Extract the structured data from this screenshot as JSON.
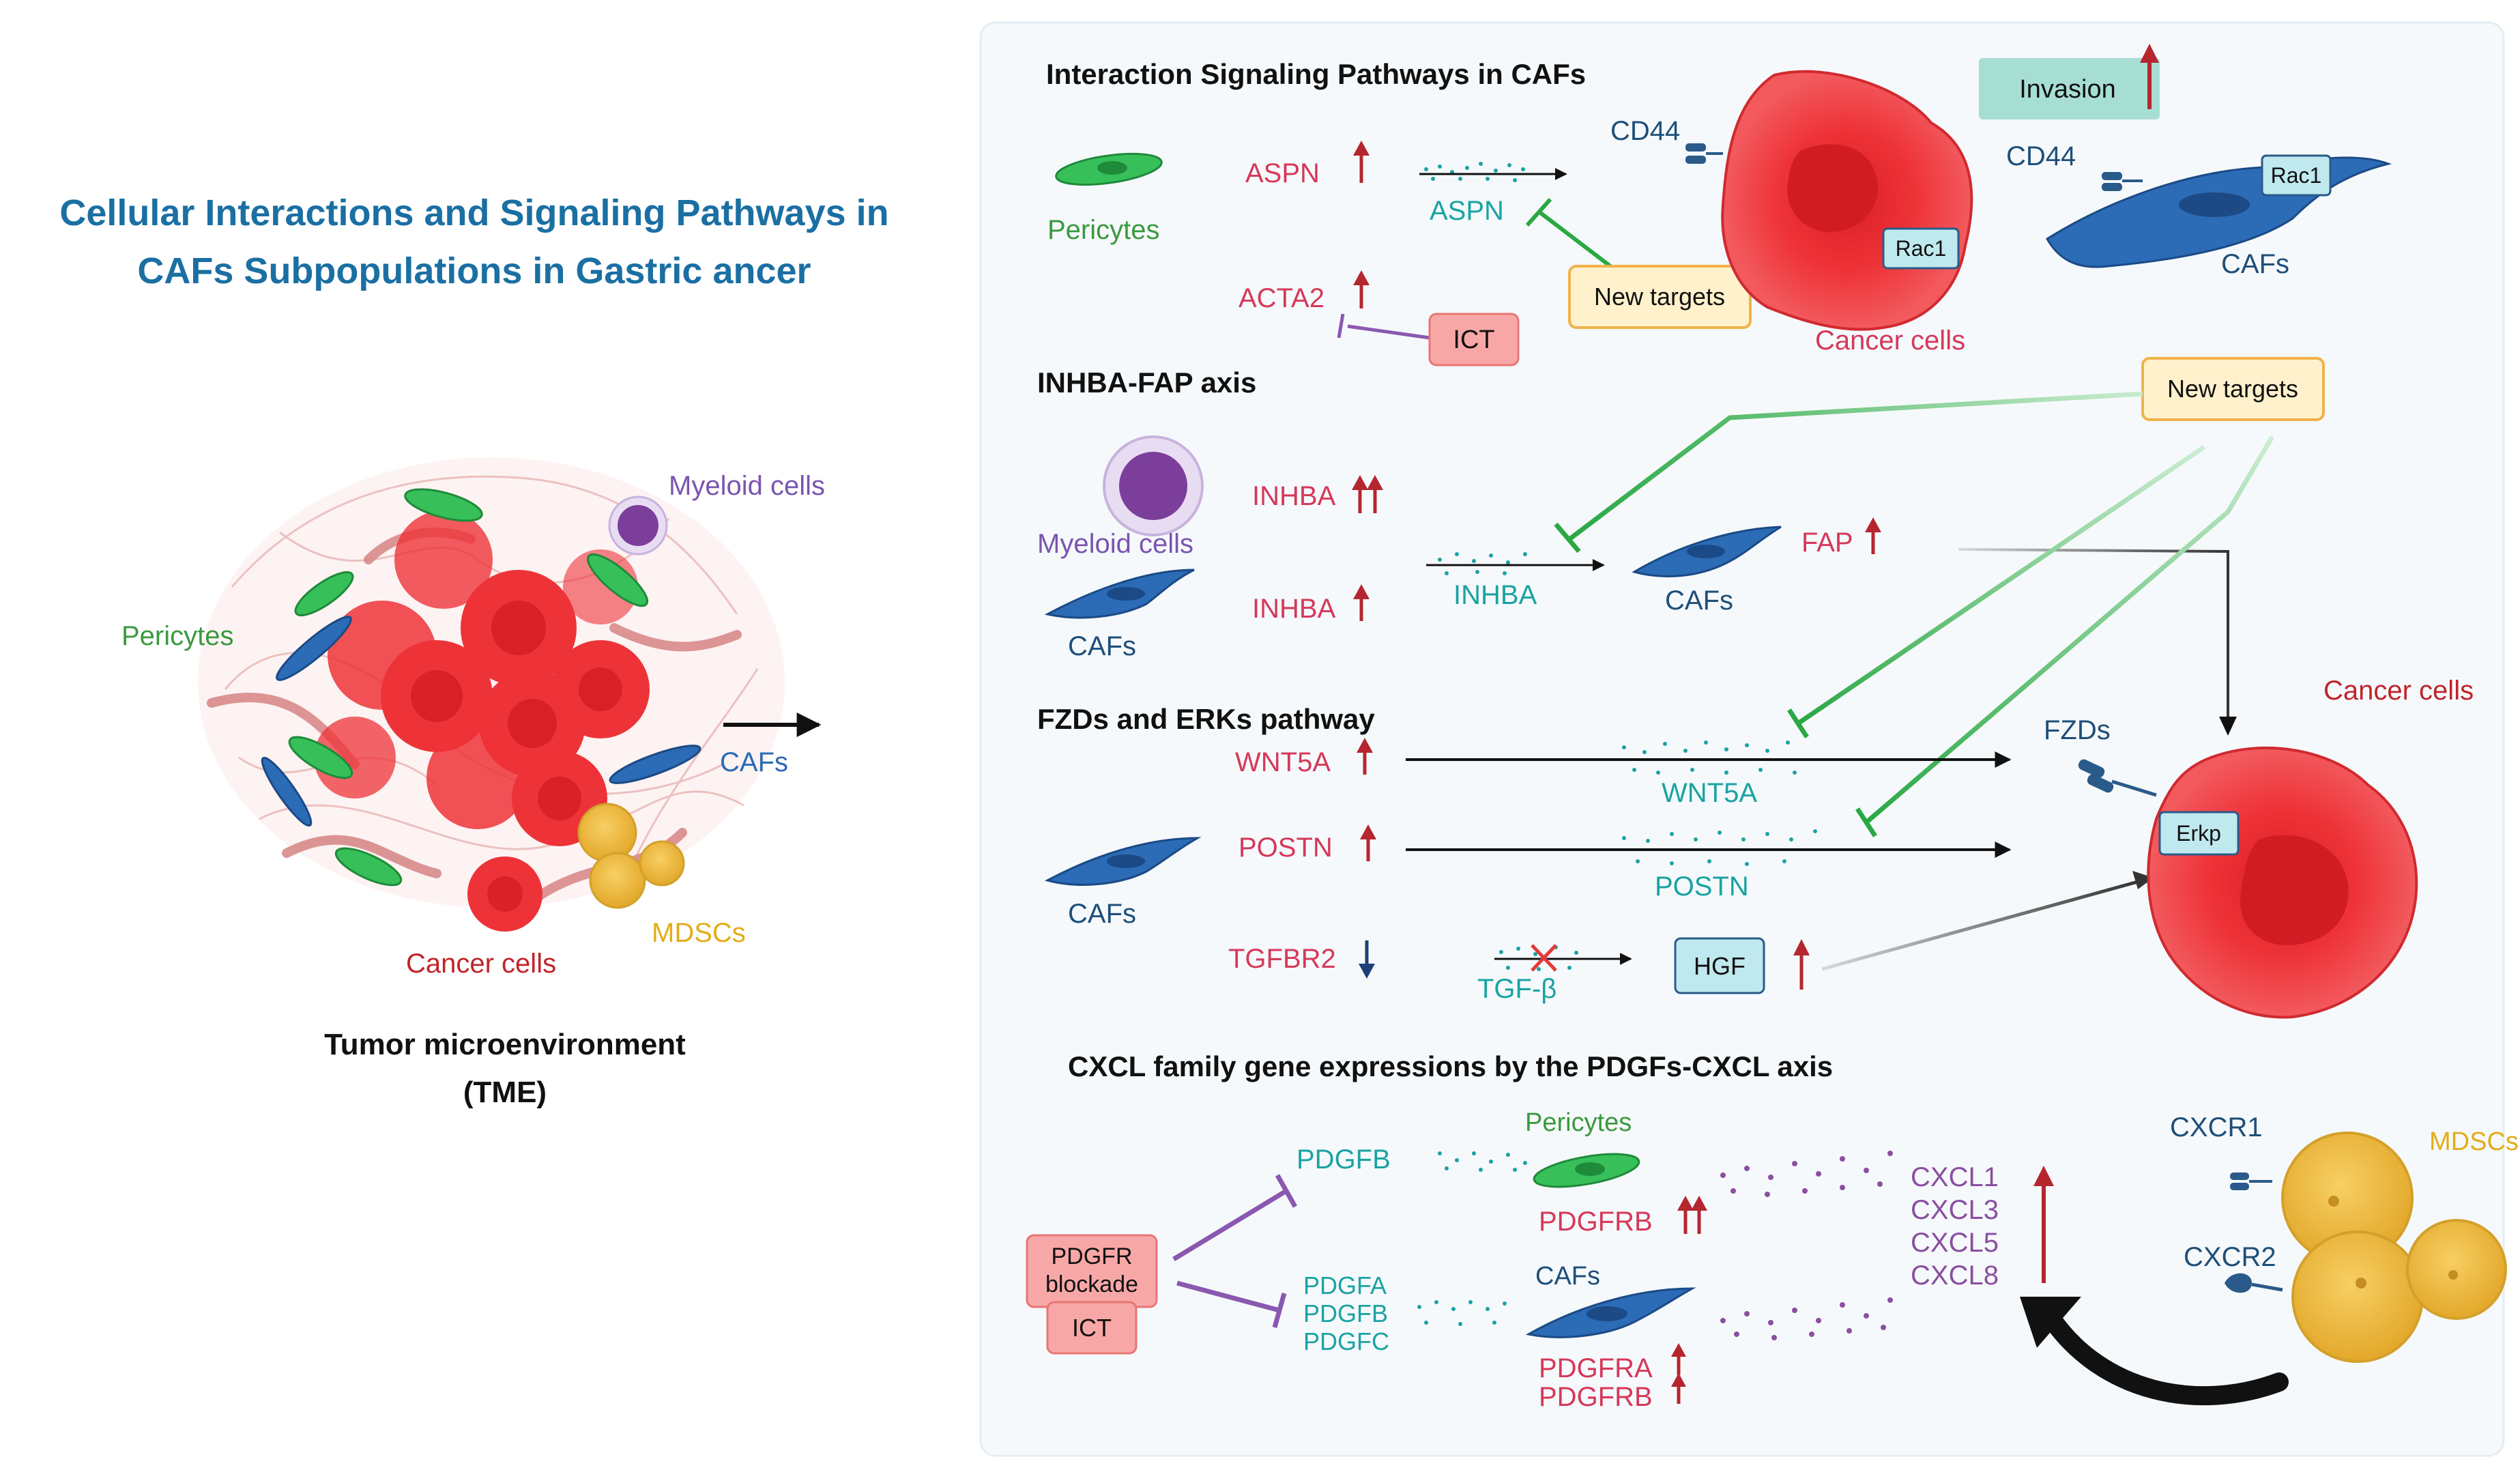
{
  "left": {
    "title_line1": "Cellular Interactions and Signaling Pathways in",
    "title_line2": "CAFs Subpopulations in Gastric ancer",
    "labels": {
      "myeloid": "Myeloid cells",
      "pericytes": "Pericytes",
      "cafs": "CAFs",
      "mdscs": "MDSCs",
      "cancer": "Cancer cells"
    },
    "caption_line1": "Tumor microenvironment",
    "caption_line2": "(TME)"
  },
  "section1": {
    "title": "Interaction Signaling Pathways in CAFs",
    "pericytes": "Pericytes",
    "aspn_gene": "ASPN",
    "aspn_ligand": "ASPN",
    "acta2": "ACTA2",
    "ict": "ICT",
    "new_targets": "New targets",
    "cd44_a": "CD44",
    "cd44_b": "CD44",
    "rac1_a": "Rac1",
    "rac1_b": "Rac1",
    "cancer_cells": "Cancer cells",
    "invasion": "Invasion",
    "cafs": "CAFs"
  },
  "section2": {
    "title": "INHBA-FAP axis",
    "myeloid": "Myeloid cells",
    "inhba_1": "INHBA",
    "inhba_2": "INHBA",
    "cafs_1": "CAFs",
    "inhba_ligand": "INHBA",
    "cafs_2": "CAFs",
    "fap": "FAP",
    "new_targets": "New targets"
  },
  "section3": {
    "title": "FZDs and ERKs pathway",
    "wnt5a_gene": "WNT5A",
    "wnt5a_ligand": "WNT5A",
    "postn_gene": "POSTN",
    "postn_ligand": "POSTN",
    "cafs": "CAFs",
    "tgfbr2": "TGFBR2",
    "tgfb": "TGF-β",
    "hgf": "HGF",
    "fzds": "FZDs",
    "erkp": "Erkp",
    "cancer_cells": "Cancer cells"
  },
  "section4": {
    "title": "CXCL family gene expressions by the PDGFs-CXCL axis",
    "pdgfr_line1": "PDGFR",
    "pdgfr_line2": "blockade",
    "ict": "ICT",
    "pdgfb": "PDGFB",
    "pericytes": "Pericytes",
    "pdgfrb_1": "PDGFRB",
    "pdgfa": "PDGFA",
    "pdgfb2": "PDGFB",
    "pdgfc": "PDGFC",
    "cafs": "CAFs",
    "pdgfra": "PDGFRA",
    "pdgfrb_2": "PDGFRB",
    "cxcl": [
      "CXCL1",
      "CXCL3",
      "CXCL5",
      "CXCL8"
    ],
    "cxcr1": "CXCR1",
    "cxcr2": "CXCR2",
    "mdscs": "MDSCs"
  },
  "colors": {
    "title_blue": "#1a6fa3",
    "gene_red": "#d6385a",
    "teal": "#1aa3a3",
    "green": "#2aa844",
    "purple": "#8a58b0",
    "caf_blue": "#2c6bb5",
    "cancer_red": "#ee3338",
    "mdsc_yellow": "#e9b83a",
    "arrow_red": "#b5262f",
    "box_orange_bg": "#fff1cc",
    "box_orange_border": "#f0b24a",
    "box_red_bg": "#f8a7a7"
  }
}
